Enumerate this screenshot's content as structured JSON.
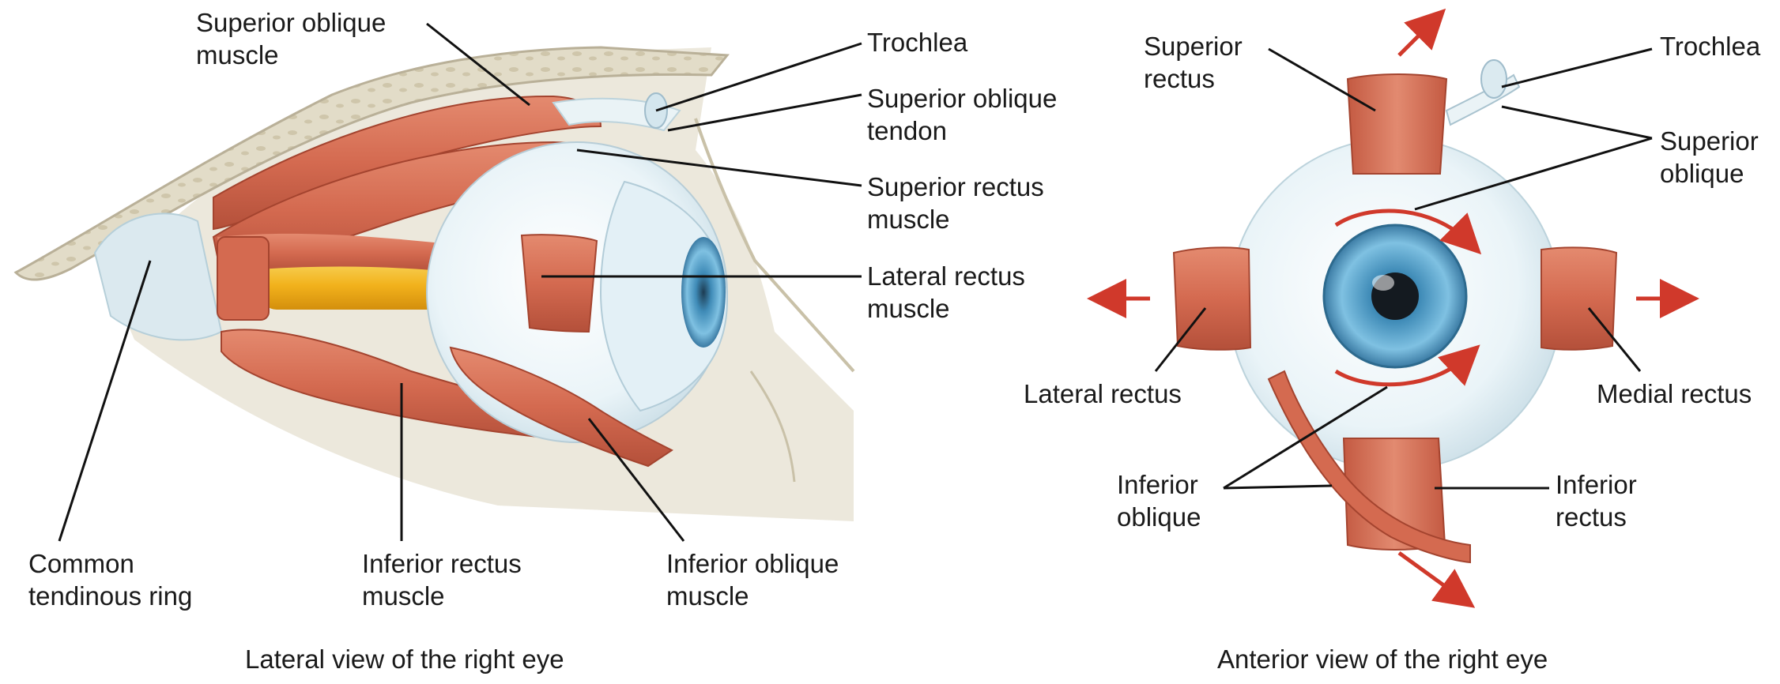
{
  "lateral": {
    "caption": "Lateral view of the right eye",
    "labels": {
      "superior_oblique_muscle": "Superior oblique\nmuscle",
      "trochlea": "Trochlea",
      "superior_oblique_tendon": "Superior oblique\ntendon",
      "superior_rectus_muscle": "Superior rectus\nmuscle",
      "lateral_rectus_muscle": "Lateral rectus\nmuscle",
      "common_tendinous_ring": "Common\ntendinous ring",
      "inferior_rectus_muscle": "Inferior rectus\nmuscle",
      "inferior_oblique_muscle": "Inferior oblique\nmuscle"
    }
  },
  "anterior": {
    "caption": "Anterior view of the right eye",
    "labels": {
      "superior_rectus": "Superior\nrectus",
      "trochlea": "Trochlea",
      "superior_oblique": "Superior\noblique",
      "lateral_rectus": "Lateral rectus",
      "medial_rectus": "Medial rectus",
      "inferior_oblique": "Inferior\noblique",
      "inferior_rectus": "Inferior\nrectus"
    }
  },
  "colors": {
    "muscle": "#d9735a",
    "muscle_dark": "#b4503a",
    "bone": "#e2dcc8",
    "sclera": "#eef6fa",
    "iris": "#5aa6cf",
    "optic_nerve": "#f2b21c",
    "arrow": "#d0392b",
    "leader": "#111111"
  }
}
